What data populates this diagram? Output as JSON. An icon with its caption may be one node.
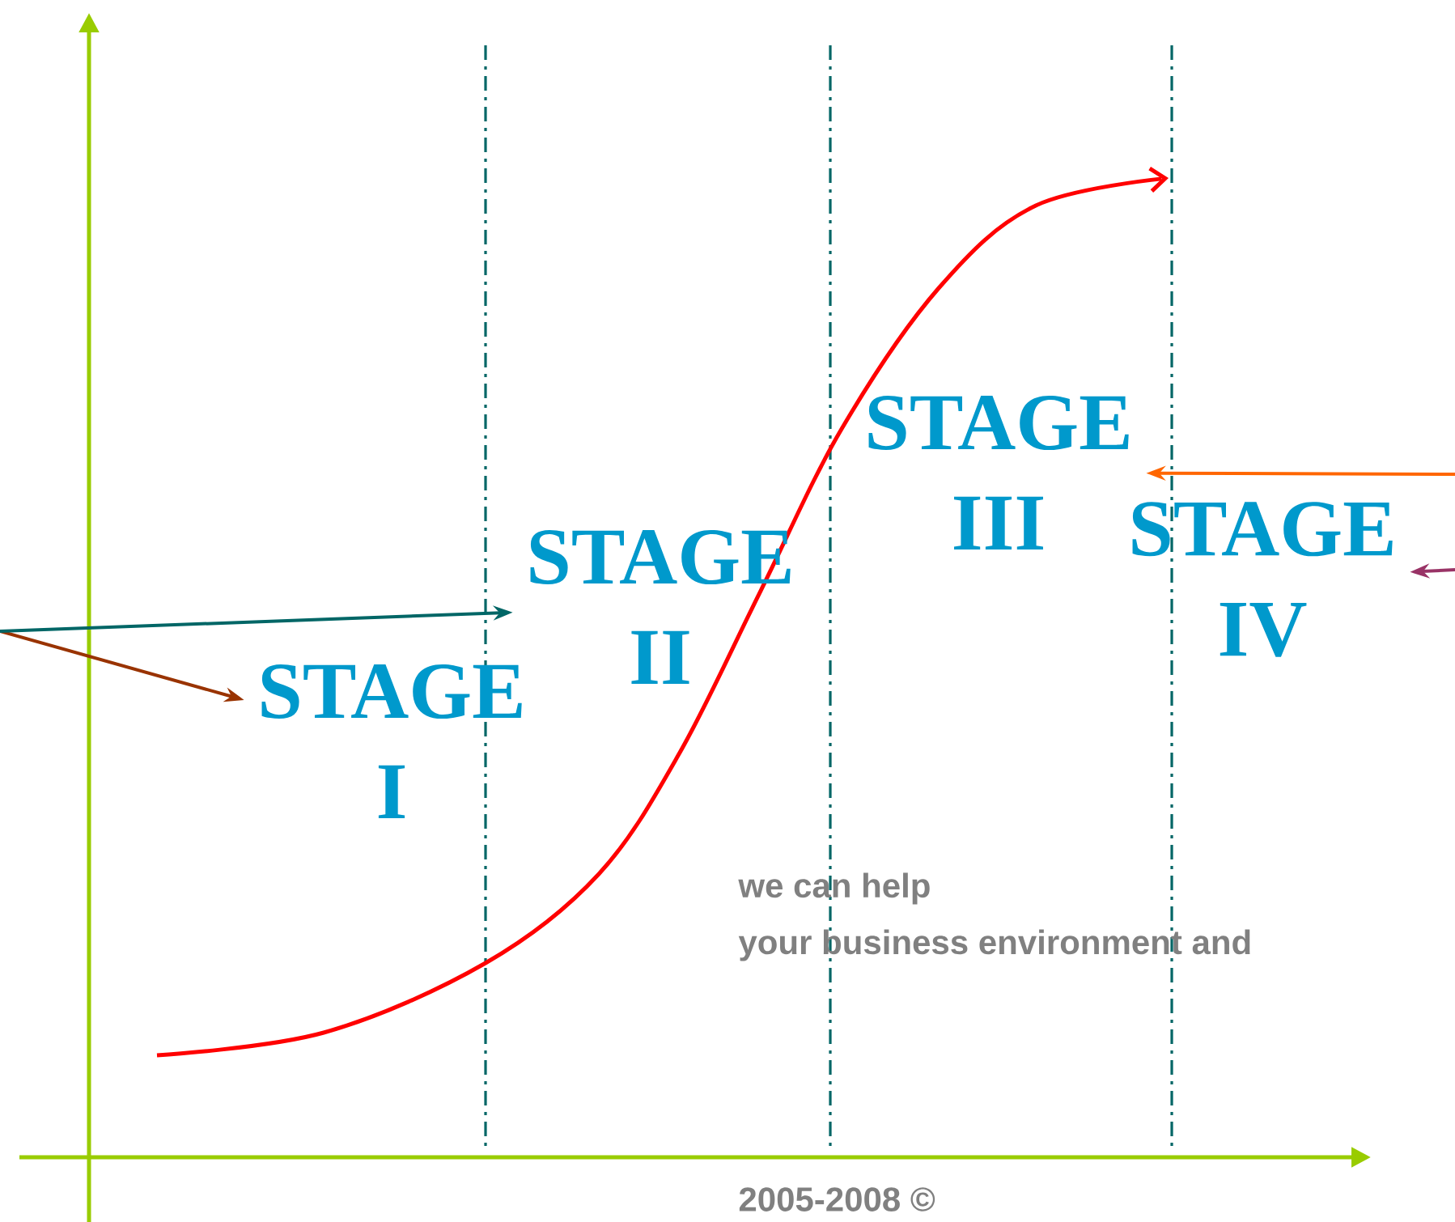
{
  "diagram": {
    "nodes": [
      {
        "text": [
          "STAGE I"
        ]
      },
      {
        "text": [
          "STAGE II"
        ]
      },
      {
        "text": [
          "STAGE III"
        ]
      },
      {
        "text": [
          "STAGE IV"
        ]
      }
    ],
    "edges": [
      {
        "from": null,
        "to": 0,
        "arrow": "to",
        "color": "#993300"
      },
      {
        "from": null,
        "to": 1,
        "arrow": "to",
        "color": "#006666"
      },
      {
        "from": null,
        "to": 2,
        "arrow": "to",
        "color": "#ff6600"
      },
      {
        "from": null,
        "to": 3,
        "arrow": "to",
        "color": "#993366"
      }
    ],
    "labels": [
      "we can help",
      "your business environment and",
      "2005-2008 ©"
    ]
  }
}
